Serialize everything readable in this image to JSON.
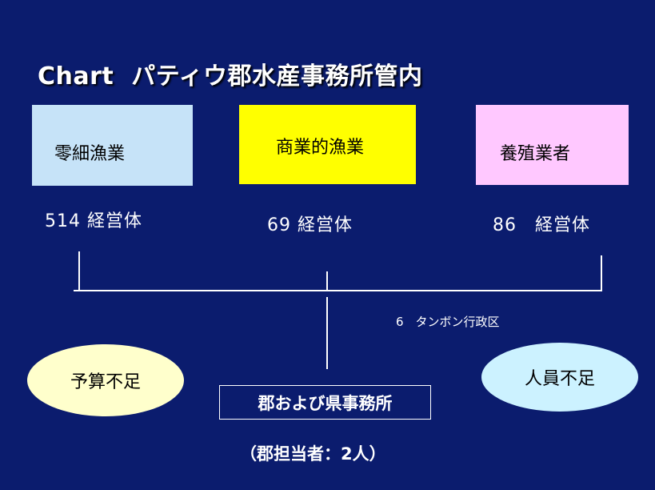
{
  "title": {
    "prefix": "Chart",
    "text": "パティウ郡水産事務所管内"
  },
  "categories": {
    "small_scale": {
      "label": "零細漁業",
      "count": "514 経営体",
      "color": "#c6e3f8"
    },
    "commercial": {
      "label": "商業的漁業",
      "count": "69 経営体",
      "color": "#ffff00"
    },
    "aquaculture": {
      "label": "養殖業者",
      "count": "86　経営体",
      "color": "#ffc8ff"
    }
  },
  "subdistricts": "6　タンボン行政区",
  "issues": {
    "budget": {
      "label": "予算不足",
      "color": "#ffffcc"
    },
    "staff": {
      "label": "人員不足",
      "color": "#ccf2ff"
    }
  },
  "office": {
    "label": "郡および県事務所",
    "staff_note": "（郡担当者：2人）"
  },
  "colors": {
    "background": "#0b1c6e",
    "line": "#ffffff"
  }
}
